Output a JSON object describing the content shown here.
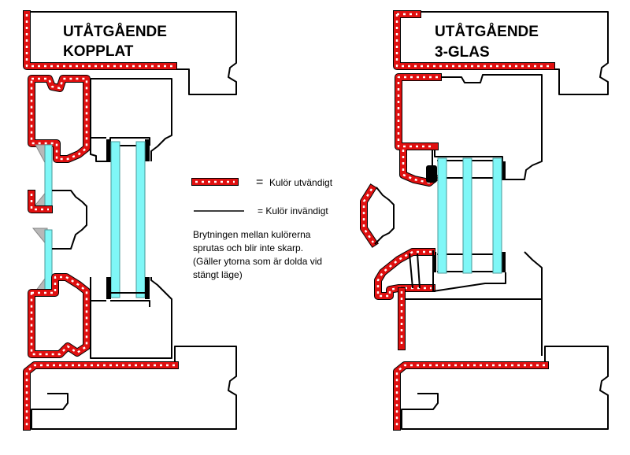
{
  "left_drawing": {
    "title_line1": "UTÅTGÅENDE",
    "title_line2": "KOPPLAT"
  },
  "right_drawing": {
    "title_line1": "UTÅTGÅENDE",
    "title_line2": "3-GLAS"
  },
  "legend": {
    "exterior": {
      "equals": "=",
      "label": "Kulör utvändigt"
    },
    "interior": {
      "label": "= Kulör invändigt"
    },
    "note_lines": [
      "Brytningen mellan kulörerna",
      "sprutas och blir inte skarp.",
      "(Gäller ytorna som är dolda vid",
      "stängt läge)"
    ]
  },
  "colors": {
    "exterior": "#e01010",
    "glass": "#7ff7f7",
    "gasket": "#000000"
  }
}
